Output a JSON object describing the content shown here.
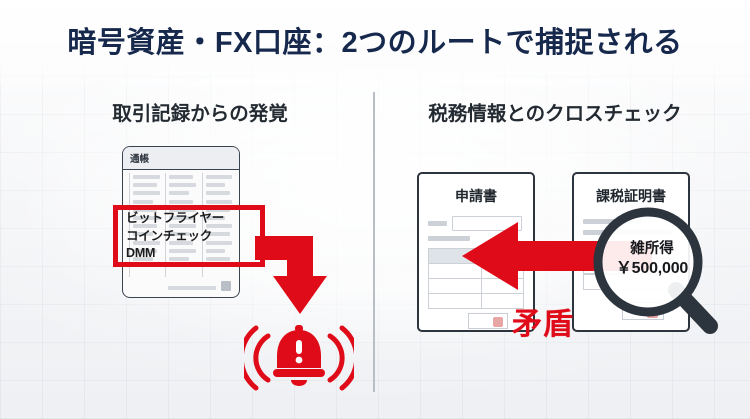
{
  "title": "暗号資産・FX口座：2つのルートで捕捉される",
  "panels": {
    "left": {
      "heading": "取引記録からの発覚",
      "passbook": {
        "label": "通帳",
        "highlight_lines": [
          "ビットフライヤー",
          "コインチェック",
          "DMM"
        ]
      },
      "alert_icon": "alarm-bell-icon"
    },
    "right": {
      "heading": "税務情報とのクロスチェック",
      "documents": [
        {
          "title": "申請書"
        },
        {
          "title": "課税証明書"
        }
      ],
      "magnifier": {
        "line1": "雑所得",
        "line2": "￥500,000"
      },
      "callout": "矛盾"
    }
  },
  "colors": {
    "title_navy": "#16294d",
    "accent_red": "#e00b18",
    "ink": "#2c343d",
    "background": "#f5f6f8"
  }
}
